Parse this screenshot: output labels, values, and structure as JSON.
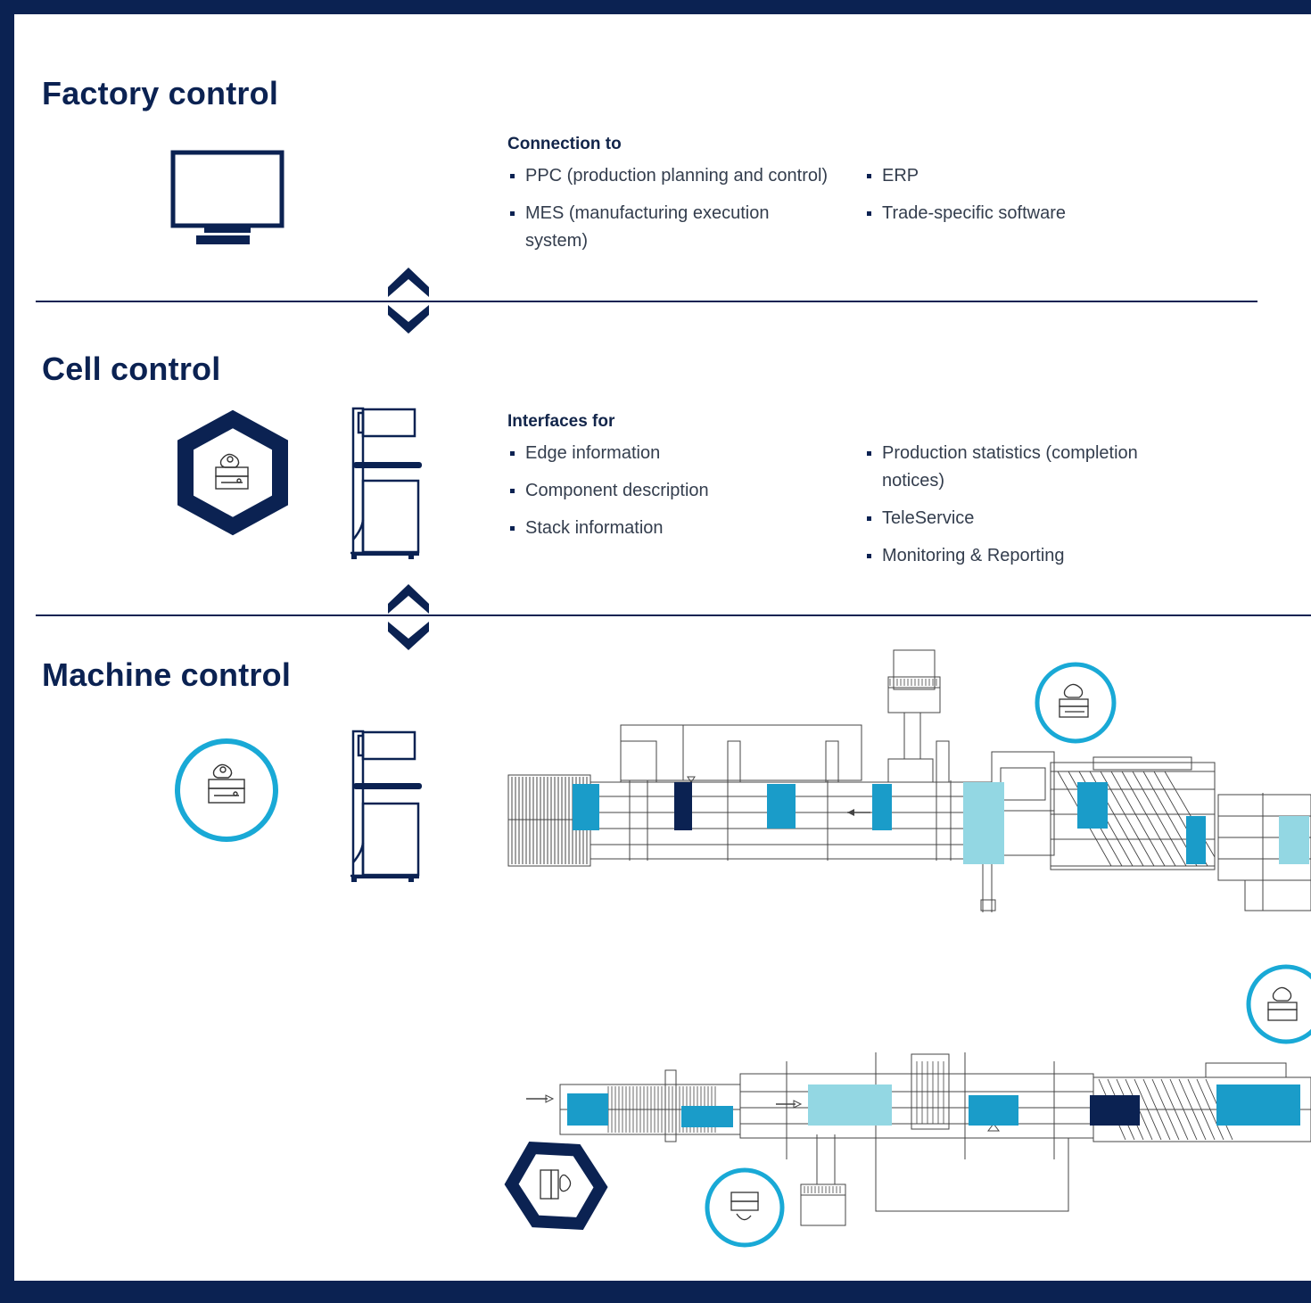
{
  "factory": {
    "title": "Factory control",
    "subtitle": "Connection to",
    "items_left": [
      "PPC (production planning and control)",
      "MES (manufacturing execution system)"
    ],
    "items_right": [
      "ERP",
      "Trade-specific software"
    ]
  },
  "cell": {
    "title": "Cell control",
    "subtitle": "Interfaces for",
    "items_left": [
      "Edge information",
      "Component description",
      "Stack information"
    ],
    "items_right": [
      "Production statistics (completion notices)",
      "TeleService",
      "Monitoring & Reporting"
    ]
  },
  "machine": {
    "title": "Machine control"
  },
  "icons": {
    "factory": "monitor-icon",
    "cell_station": "hexagon-operator-station-icon",
    "cabinet": "control-cabinet-icon",
    "machine_station": "circle-operator-station-icon",
    "layer_arrows": "double-arrow-up-down-icon"
  },
  "colors": {
    "navy": "#0b2252",
    "blue": "#1a9cc9",
    "light_blue": "#93d7e3",
    "ring": "#19a9d6",
    "line_gray": "#444444"
  }
}
